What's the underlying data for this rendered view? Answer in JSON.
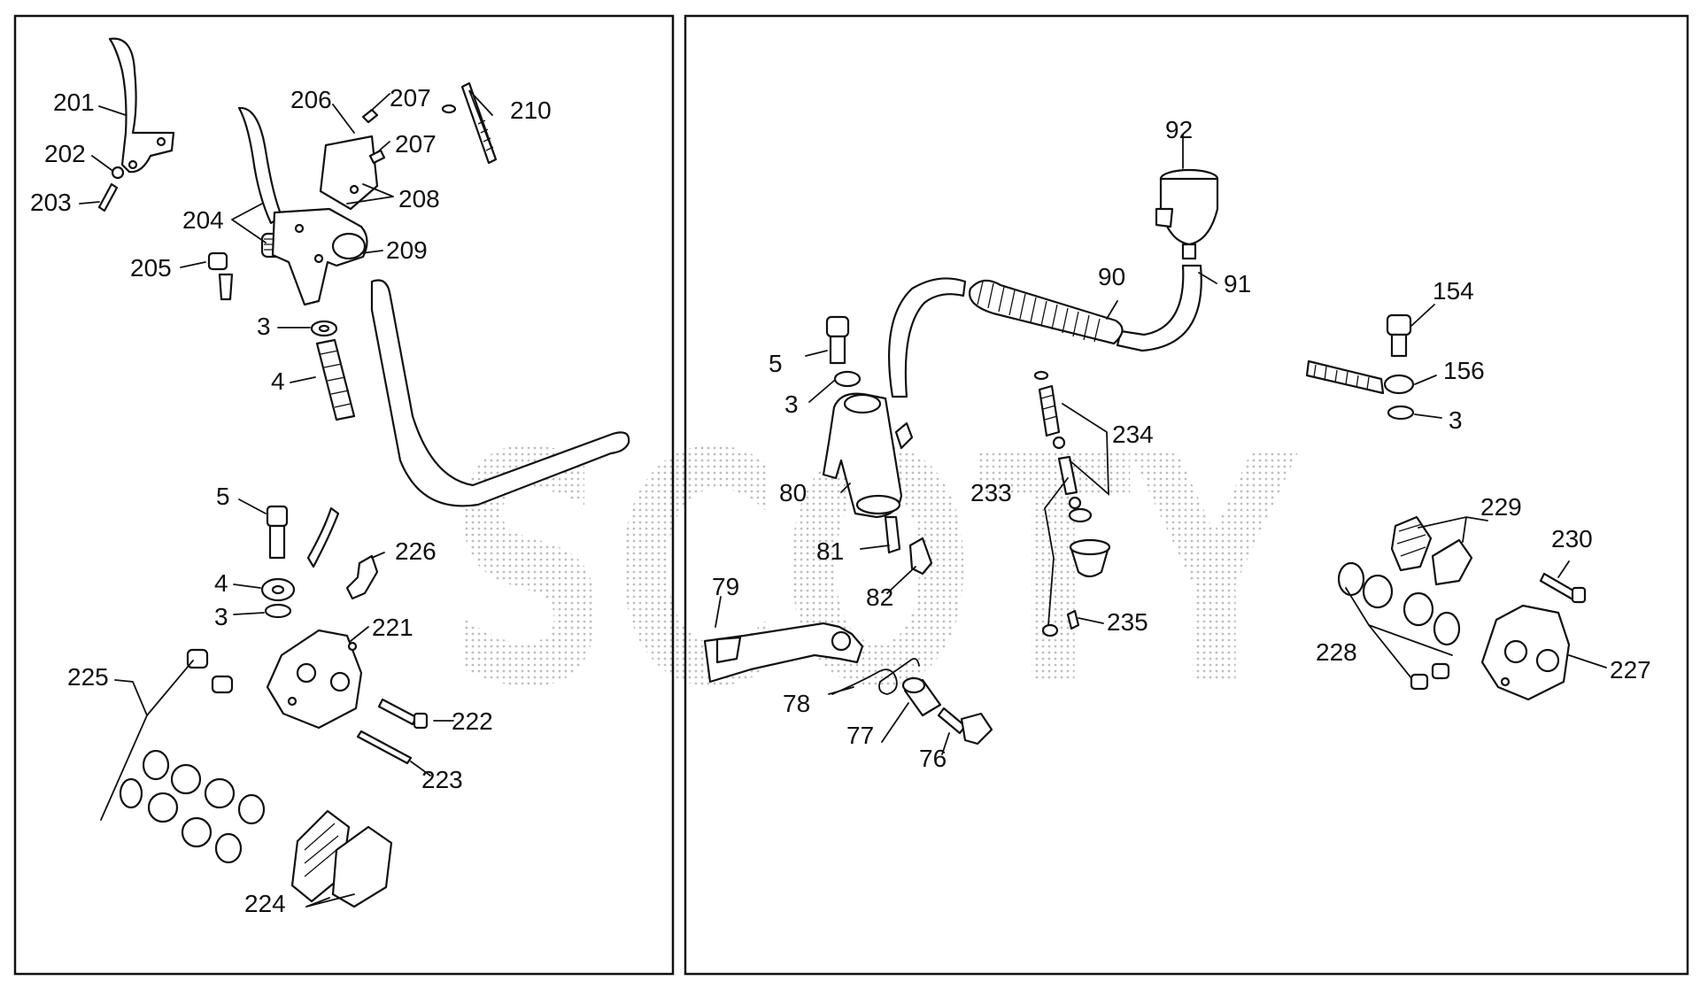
{
  "watermark": {
    "text": "SCOTY",
    "color": "#9a9a9a"
  },
  "panels": {
    "left": {
      "labels": [
        "201",
        "202",
        "203",
        "204",
        "205",
        "206",
        "207",
        "207",
        "208",
        "209",
        "210",
        "3",
        "4",
        "5",
        "4",
        "3",
        "226",
        "221",
        "225",
        "222",
        "223",
        "224"
      ]
    },
    "right": {
      "labels": [
        "92",
        "90",
        "91",
        "154",
        "156",
        "3",
        "5",
        "3",
        "80",
        "81",
        "82",
        "79",
        "78",
        "77",
        "76",
        "234",
        "233",
        "235",
        "229",
        "230",
        "228",
        "227"
      ]
    }
  },
  "colors": {
    "line": "#111111",
    "background": "#ffffff"
  }
}
